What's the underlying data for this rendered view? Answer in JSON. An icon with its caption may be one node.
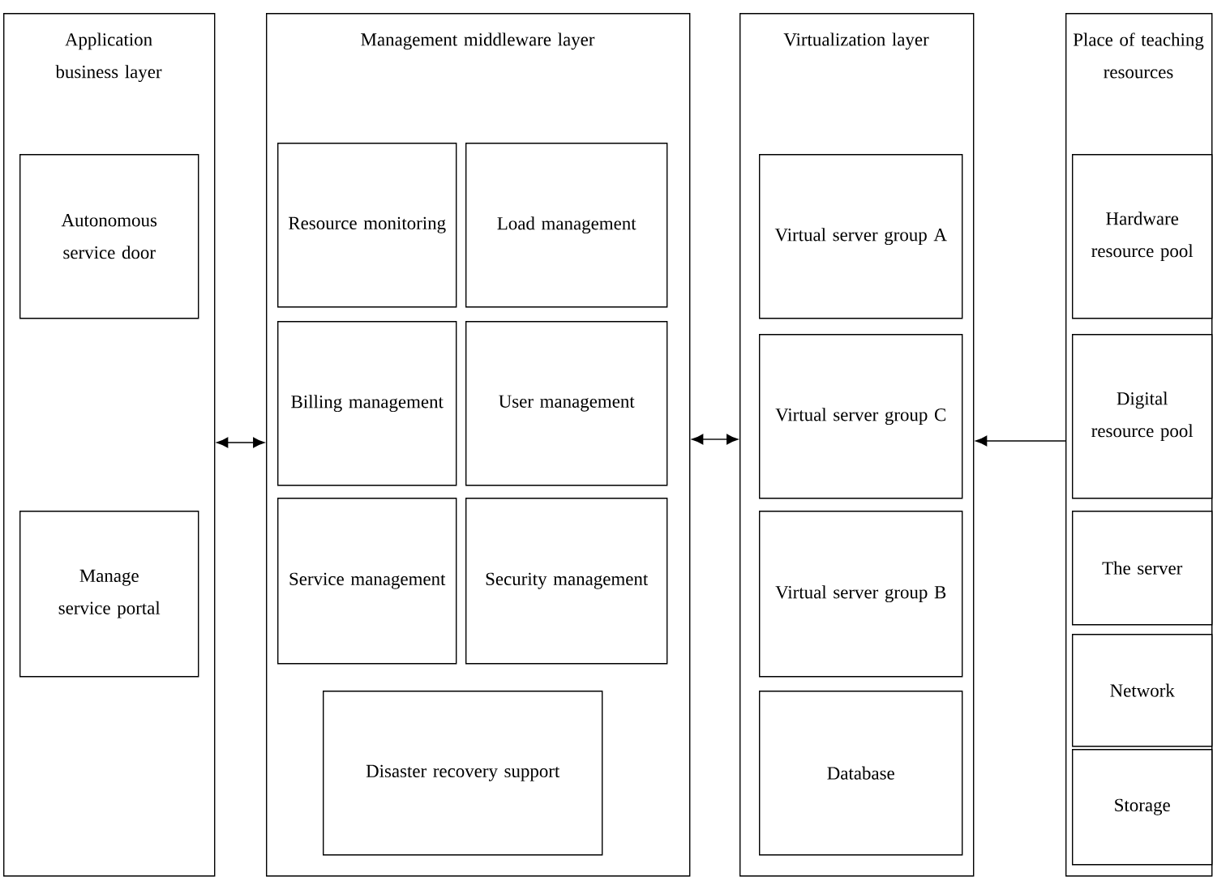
{
  "diagram": {
    "nodes": [
      {
        "text": [
          "Application business layer"
        ]
      },
      {
        "text": [
          "Autonomous service door"
        ],
        "in": 0
      },
      {
        "text": [
          "Manage service portal"
        ],
        "in": 0
      },
      {
        "text": [
          "Management middleware layer"
        ]
      },
      {
        "text": [
          "Resource monitoring"
        ],
        "in": 3
      },
      {
        "text": [
          "Load management"
        ],
        "in": 3
      },
      {
        "text": [
          "Billing management"
        ],
        "in": 3
      },
      {
        "text": [
          "User management"
        ],
        "in": 3
      },
      {
        "text": [
          "Service management"
        ],
        "in": 3
      },
      {
        "text": [
          "Security management"
        ],
        "in": 3
      },
      {
        "text": [
          "Disaster recovery support"
        ],
        "in": 3
      },
      {
        "text": [
          "Virtualization layer"
        ]
      },
      {
        "text": [
          "Virtual server group A"
        ],
        "in": 11
      },
      {
        "text": [
          "Virtual server group C"
        ],
        "in": 11
      },
      {
        "text": [
          "Virtual server group B"
        ],
        "in": 11
      },
      {
        "text": [
          "Database"
        ],
        "in": 11
      },
      {
        "text": [
          "Place of teaching resources"
        ]
      },
      {
        "text": [
          "Hardware resource pool"
        ],
        "in": 16
      },
      {
        "text": [
          "Digital resource pool"
        ],
        "in": 16
      },
      {
        "text": [
          "The server"
        ],
        "in": 16
      },
      {
        "text": [
          "Network"
        ],
        "in": 16
      },
      {
        "text": [
          "Storage"
        ],
        "in": 16
      }
    ],
    "edges": [
      {
        "from": 0,
        "to": 3,
        "arrow": "both"
      },
      {
        "from": 3,
        "to": 11,
        "arrow": "both"
      },
      {
        "from": 16,
        "to": 11,
        "arrow": "to"
      }
    ]
  }
}
